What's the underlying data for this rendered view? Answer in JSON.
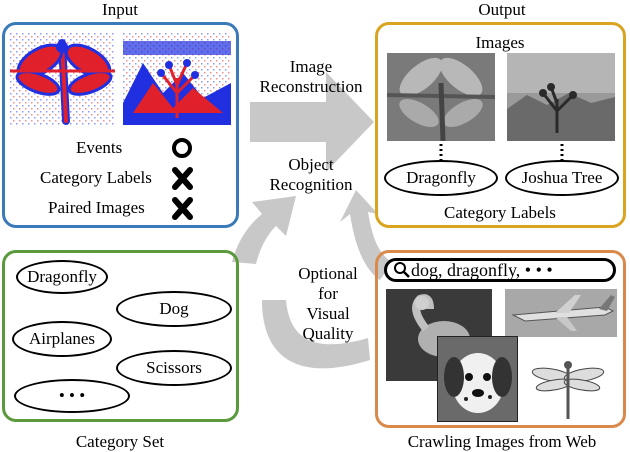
{
  "input": {
    "title": "Input",
    "rows": [
      {
        "label": "Events",
        "status": "circle-icon"
      },
      {
        "label": "Category Labels",
        "status": "cross-icon"
      },
      {
        "label": "Paired Images",
        "status": "cross-icon"
      }
    ]
  },
  "output": {
    "title": "Output",
    "images_label": "Images",
    "labels": [
      "Dragonfly",
      "Joshua Tree"
    ],
    "category_labels": "Category Labels"
  },
  "arrows": {
    "image_reconstruction": [
      "Image",
      "Reconstruction"
    ],
    "object_recognition": [
      "Object",
      "Recognition"
    ],
    "optional": [
      "Optional",
      "for",
      "Visual",
      "Quality"
    ]
  },
  "category_set": {
    "title": "Category Set",
    "items": [
      "Dragonfly",
      "Dog",
      "Airplanes",
      "Scissors",
      "• • •"
    ]
  },
  "web": {
    "title": "Crawling Images from Web",
    "search_text": "dog, dragonfly,  • • •"
  },
  "colors": {
    "input_border": "#3a7ab8",
    "output_border": "#d9a520",
    "category_border": "#5a9a3c",
    "web_border": "#d98a4a",
    "arrow_fill": "#c8c8c8",
    "event_red": "#e0202a",
    "event_blue": "#2030e0"
  }
}
